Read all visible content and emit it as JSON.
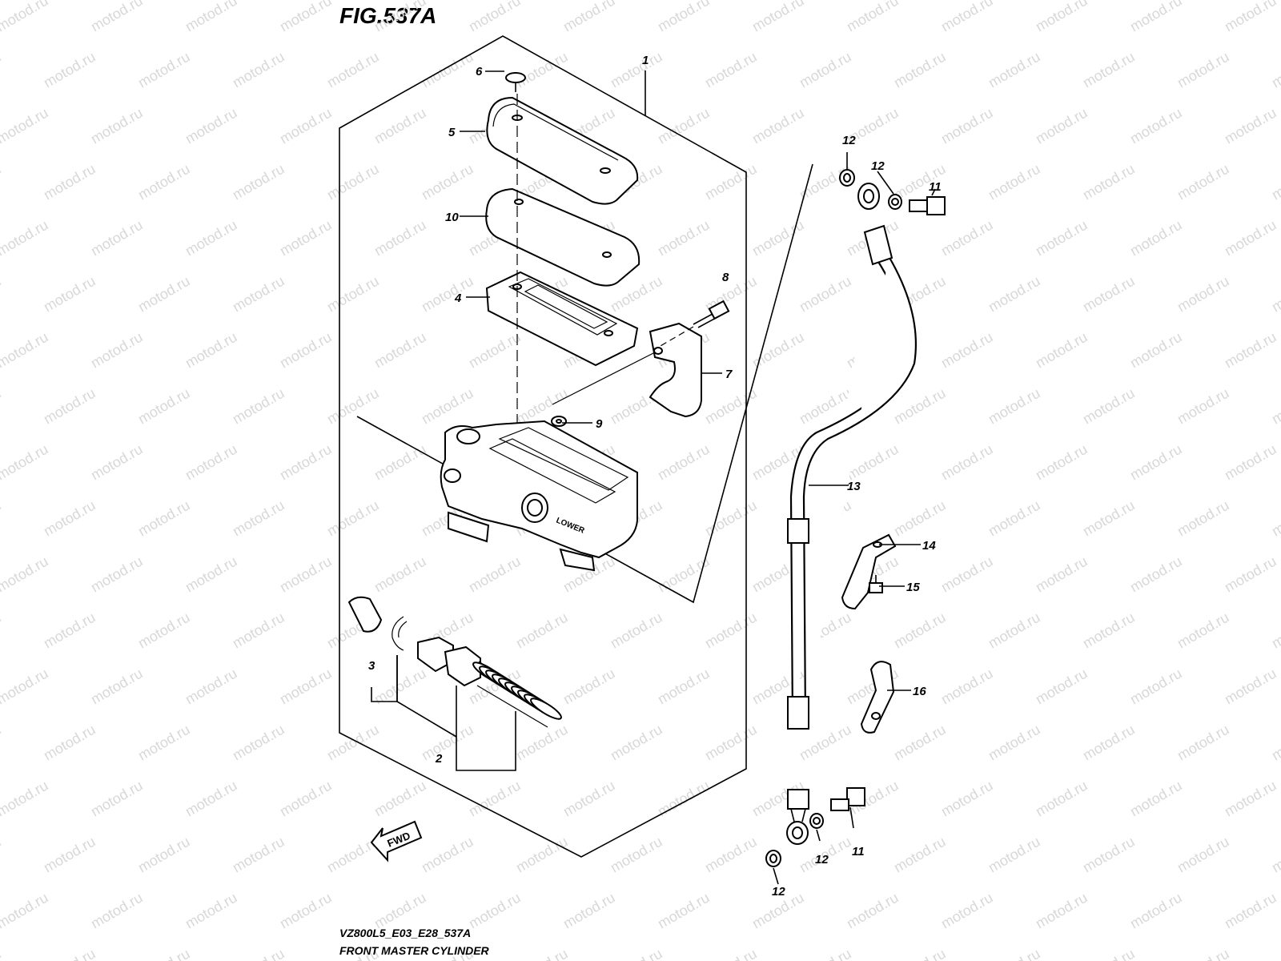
{
  "figure": {
    "title": "FIG.537A",
    "model_code": "VZ800L5_E03_E28_537A",
    "name": "FRONT MASTER CYLINDER"
  },
  "watermark": "motod.ru",
  "direction_label": "FWD",
  "callouts": {
    "c1": "1",
    "c2": "2",
    "c3": "3",
    "c4": "4",
    "c5": "5",
    "c6": "6",
    "c7": "7",
    "c8": "8",
    "c9": "9",
    "c10": "10",
    "c11a": "11",
    "c11b": "11",
    "c12a": "12",
    "c12b": "12",
    "c12c": "12",
    "c12d": "12",
    "c13": "13",
    "c14": "14",
    "c15": "15",
    "c16": "16"
  }
}
